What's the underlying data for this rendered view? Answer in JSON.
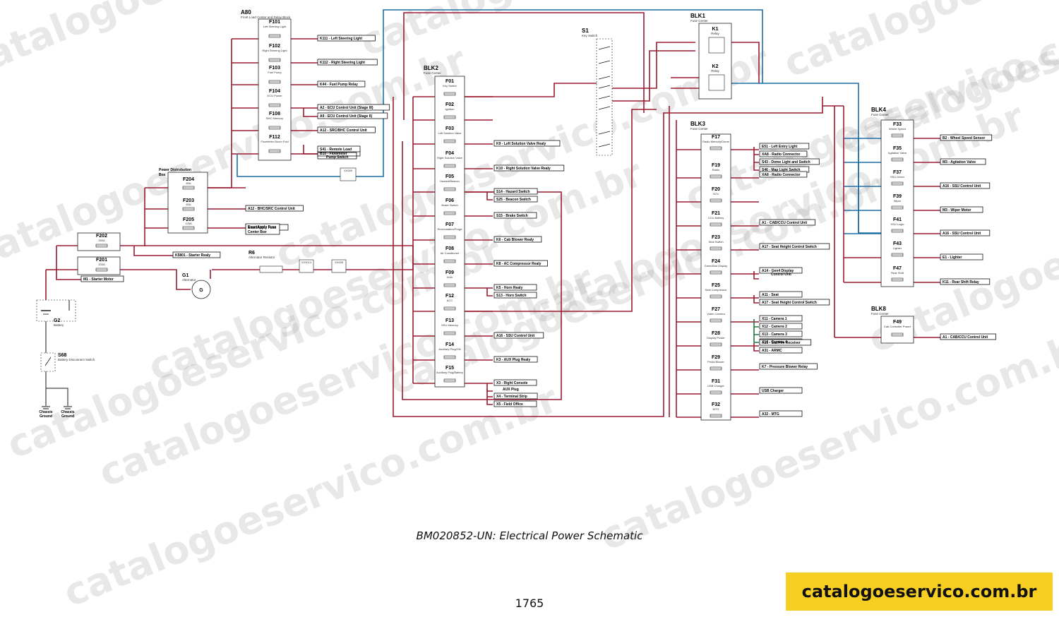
{
  "caption": "BM020852-UN: Electrical Power Schematic",
  "page_number": "1765",
  "brand": "catalogoeservico.com.br",
  "colors": {
    "power": "#9b1c31",
    "signal": "#1d6fa3",
    "ground": "#1a1a1a",
    "banner": "#f7cf22"
  },
  "watermark": "catalogoeservico.com.br",
  "blocks": {
    "a80": {
      "id": "A80",
      "name": "Front Load Center and Relay Block"
    },
    "pdb": {
      "name": "Power Distrubution Box"
    },
    "blk2": {
      "id": "BLK2",
      "name": "Fuse Center"
    },
    "blk1": {
      "id": "BLK1",
      "name": "Fuse Center"
    },
    "blk3": {
      "id": "BLK3",
      "name": "Fuse Center"
    },
    "blk4": {
      "id": "BLK4",
      "name": "Fuse Center"
    },
    "blk8": {
      "id": "BLK8",
      "name": "Fuse Center"
    },
    "s1": {
      "id": "S1",
      "name": "Key Switch"
    }
  },
  "a80_fuses": [
    {
      "id": "F101",
      "desc": "Left Steering Light",
      "load": "K111 - Left Steering Light"
    },
    {
      "id": "F102",
      "desc": "Right Steering Light",
      "load": "K112 - Right Steering Light"
    },
    {
      "id": "F103",
      "desc": "Fuel Pump",
      "load": "K44 - Fuel Pump Relay"
    },
    {
      "id": "F104",
      "desc": "ECU Power",
      "load": "A2 - ECU Control Unit (Stage III)"
    },
    {
      "id": "F108",
      "desc": "BHC Memory",
      "load": "A12 - SRC/BHC Control Unit"
    },
    {
      "id": "F112",
      "desc": "Flowmeter Boom Fold",
      "load": "B10 - Flowmeter"
    }
  ],
  "a80_extra_loads": [
    "A9 - ECU Control Unit (Stage II)",
    "S41 - Remote Load",
    "Pump Switch"
  ],
  "pdb_fuses": [
    {
      "id": "F204",
      "desc": "60A"
    },
    {
      "id": "F203",
      "desc": "60A",
      "load": "A12 - BHC/SRC Control Unit"
    },
    {
      "id": "F205",
      "desc": "125A",
      "load": "ExactApply Fuse",
      "load2": "Center Box"
    }
  ],
  "main_fuses": [
    {
      "id": "F202",
      "desc": "250A",
      "load": "K5801 - Starter Realy"
    },
    {
      "id": "F201",
      "desc": "200A",
      "load": "M1 - Starter Motor"
    }
  ],
  "components": {
    "g1": {
      "id": "G1",
      "name": "Alternator"
    },
    "g2": {
      "id": "G2",
      "name": "Battery"
    },
    "r6": {
      "id": "R6",
      "name": "Alternator Resistor"
    },
    "s68": {
      "id": "S68",
      "name": "Battery Disconnect Switch"
    },
    "k1": {
      "id": "K1",
      "name": "Relay"
    },
    "k2": {
      "id": "K2",
      "name": "Relay"
    },
    "gnd1": {
      "label": "Chassis",
      "label2": "Ground"
    },
    "gnd2": {
      "label": "Chassis",
      "label2": "Ground"
    },
    "xx005": "XX005",
    "xx0013": "XX0013",
    "xx006": "XX006"
  },
  "blk2_fuses": [
    {
      "id": "F01",
      "desc": "Key Switch",
      "loads": []
    },
    {
      "id": "F02",
      "desc": "Ignition",
      "loads": []
    },
    {
      "id": "F03",
      "desc": "Left Solution Valve",
      "loads": [
        "K9 - Left Solution Valve Realy"
      ]
    },
    {
      "id": "F04",
      "desc": "Right Solution Valve",
      "loads": [
        "K10 - Right Solution Valve Realy"
      ]
    },
    {
      "id": "F05",
      "desc": "Hazard/Beacon",
      "loads": [
        "S14 - Hazard Switch",
        "S25 - Beacon Switch"
      ]
    },
    {
      "id": "F06",
      "desc": "Brake Switch",
      "loads": [
        "S15 - Brake Switch"
      ]
    },
    {
      "id": "F07",
      "desc": "Recirculation/Purge",
      "loads": [
        "K6 - Cab Blower Realy"
      ]
    },
    {
      "id": "F08",
      "desc": "Air Conditioner",
      "loads": [
        "K8 - AC Compressor Realy"
      ]
    },
    {
      "id": "F09",
      "desc": "Horn",
      "loads": [
        "K5 - Horn Realy",
        "S13 - Horn Switch"
      ]
    },
    {
      "id": "F12",
      "desc": "ACC",
      "loads": []
    },
    {
      "id": "F13",
      "desc": "SSU Memory",
      "loads": [
        "A16 - SSU Control Unit"
      ]
    },
    {
      "id": "F14",
      "desc": "Auxiliary Plug/ON",
      "loads": [
        "K3 - AUX Plug Realy"
      ]
    },
    {
      "id": "F15",
      "desc": "Auxiliary Plug/Battery",
      "loads": [
        "X3 - Right Console",
        "AUX Plug",
        "X4 - Terminal Strip",
        "X5 - Field Office"
      ]
    }
  ],
  "blk3_fuses": [
    {
      "id": "F17",
      "desc": "Radio Memory/Dome",
      "loads": [
        "E51 - Left Entry Light",
        "XA8 - Radio Connector",
        "S43 - Dome Light and Switch",
        "S46 - Map Light Switch"
      ]
    },
    {
      "id": "F19",
      "desc": "Radio",
      "loads": [
        "XA8 - Radio Connector"
      ]
    },
    {
      "id": "F20",
      "desc": "SCV",
      "loads": []
    },
    {
      "id": "F21",
      "desc": "CCU Battery",
      "loads": [
        "A1 - CAB/CCU Control Unit"
      ]
    },
    {
      "id": "F23",
      "desc": "Seat Switch",
      "loads": [
        "A17 - Seat Height Control Switch"
      ]
    },
    {
      "id": "F24",
      "desc": "GreenStar Display",
      "loads": [
        "A14 - Gen4 Display",
        "Control Unit"
      ]
    },
    {
      "id": "F25",
      "desc": "Seat Compressor",
      "loads": [
        "A11 - Seat",
        "A17 - Seat Height Control Switch"
      ]
    },
    {
      "id": "F27",
      "desc": "Video Camera",
      "loads": [
        "X11 - Camera 1",
        "X12 - Camera 2",
        "X13 - Camera 3",
        "X14 - Camera 4"
      ]
    },
    {
      "id": "F28",
      "desc": "Display Power",
      "loads": [
        "A15 - StarFire Receiver",
        "A31 - ARMC"
      ]
    },
    {
      "id": "F29",
      "desc": "Press Blower",
      "loads": [
        "K7 - Pressure Blower Relay"
      ]
    },
    {
      "id": "F31",
      "desc": "USB Charger",
      "loads": [
        "USB Charger"
      ]
    },
    {
      "id": "F32",
      "desc": "MTG",
      "loads": [
        "A32 - MTG"
      ]
    }
  ],
  "blk4_fuses": [
    {
      "id": "F33",
      "desc": "Wheel Speed",
      "load": "B2 - Wheel Speed Sensor"
    },
    {
      "id": "F35",
      "desc": "Agitation Valve",
      "load": "M3 - Agitation Valve"
    },
    {
      "id": "F37",
      "desc": "SSU Driver",
      "load": "A16 - SSU Control Unit"
    },
    {
      "id": "F39",
      "desc": "Wiper",
      "load": "M3 - Wiper Motor"
    },
    {
      "id": "F41",
      "desc": "SSU Logic",
      "load": "A16 - SSU Control Unit"
    },
    {
      "id": "F43",
      "desc": "Lighter",
      "load": "E1 - Lighter"
    },
    {
      "id": "F47",
      "desc": "Rear Shift",
      "load": "K11 - Rear Shift Relay"
    }
  ],
  "blk8_fuses": [
    {
      "id": "F49",
      "desc": "Cab Controller Power",
      "load": "A1 - CAB/CCU Control Unit"
    }
  ]
}
